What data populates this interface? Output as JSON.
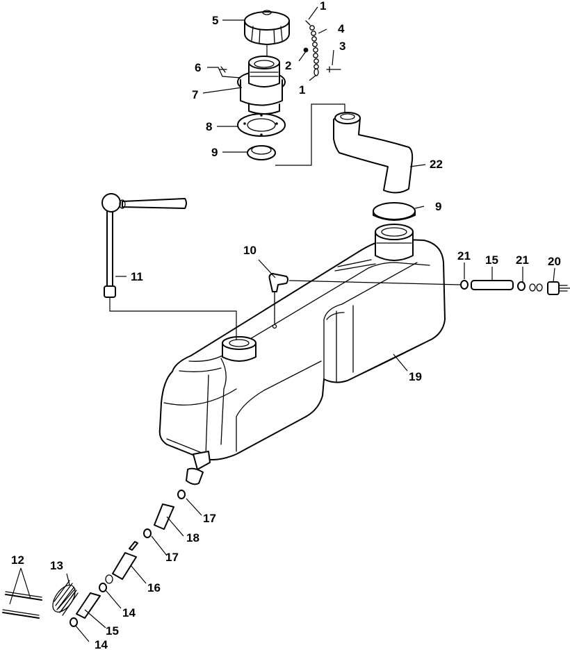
{
  "callouts": {
    "c1a": "1",
    "c1b": "1",
    "c2": "2",
    "c3": "3",
    "c4": "4",
    "c5": "5",
    "c6": "6",
    "c7": "7",
    "c8": "8",
    "c9a": "9",
    "c9b": "9",
    "c10": "10",
    "c11": "11",
    "c12": "12",
    "c13": "13",
    "c14a": "14",
    "c14b": "14",
    "c15a": "15",
    "c15b": "15",
    "c16": "16",
    "c17a": "17",
    "c17b": "17",
    "c18": "18",
    "c19": "19",
    "c20": "20",
    "c21a": "21",
    "c21b": "21",
    "c22": "22"
  }
}
